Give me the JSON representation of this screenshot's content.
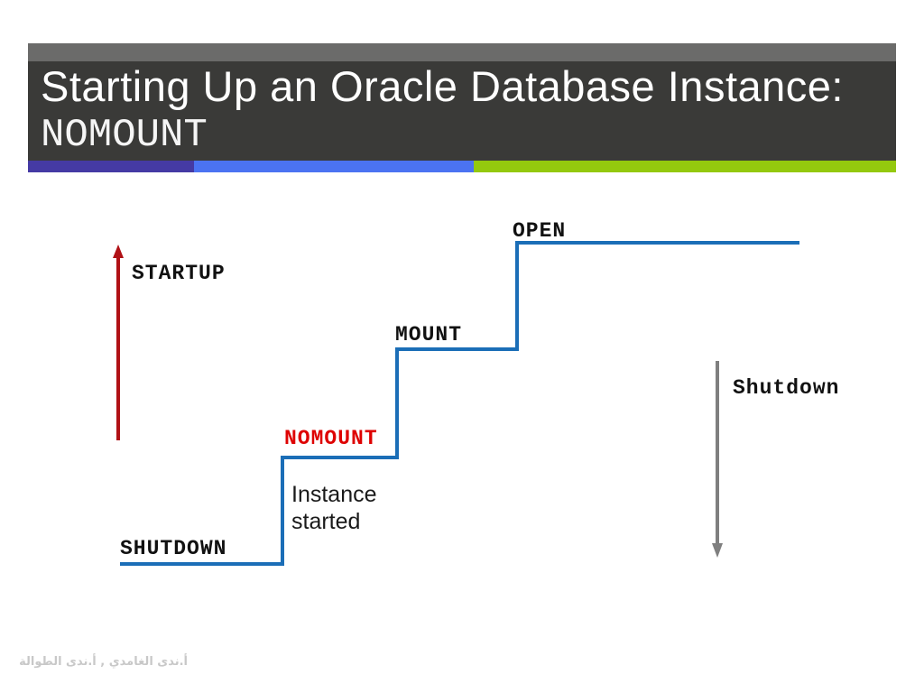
{
  "slide": {
    "title_line1": "Starting Up an Oracle Database Instance:",
    "title_line2": "NOMOUNT",
    "accent_colors": {
      "header_dark": "#3a3a38",
      "header_light_strip": "#6b6b6a",
      "stripe_purple": "#453aa4",
      "stripe_blue": "#4b73f2",
      "stripe_green": "#94c90e"
    }
  },
  "diagram": {
    "type": "step-state-diagram",
    "description": "Staircase showing Oracle instance startup stages from SHUTDOWN up to OPEN",
    "states_in_order": [
      "SHUTDOWN",
      "NOMOUNT",
      "MOUNT",
      "OPEN"
    ],
    "labels": {
      "startup_arrow": "STARTUP",
      "open_state": "OPEN",
      "mount_state": "MOUNT",
      "nomount_state": "NOMOUNT",
      "shutdown_state": "SHUTDOWN",
      "shutdown_action": "Shutdown",
      "instance_note_line1": "Instance",
      "instance_note_line2": "started"
    },
    "colors": {
      "staircase_line": "#1b6eb7",
      "startup_arrow": "#b01116",
      "shutdown_arrow": "#7f7f7f",
      "nomount_highlight": "#de0202",
      "label_text": "#111111"
    }
  },
  "footer": {
    "credits": "أ.ندى الغامدي , أ.ندى الطوالة"
  }
}
